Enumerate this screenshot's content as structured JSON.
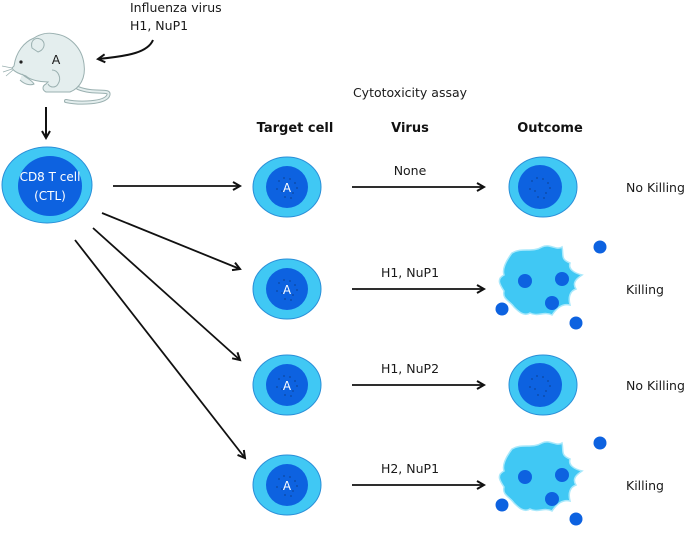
{
  "colors": {
    "cell_outer": "#40c8f4",
    "cell_outer_stroke": "#2a8fd8",
    "nucleus": "#0d62e0",
    "mouse_fill": "#e4eeee",
    "mouse_stroke": "#9ab0b0",
    "arrow": "#111111"
  },
  "mouse": {
    "label": "A",
    "infection_label_line1": "Influenza virus",
    "infection_label_line2": "H1, NuP1"
  },
  "ctl": {
    "line1": "CD8 T cell",
    "line2": "(CTL)"
  },
  "assay_title": "Cytotoxicity assay",
  "headers": {
    "target": "Target cell",
    "virus": "Virus",
    "outcome": "Outcome"
  },
  "rows": [
    {
      "target_label": "A",
      "virus": "None",
      "outcome_type": "intact",
      "result": "No Killing"
    },
    {
      "target_label": "A",
      "virus": "H1, NuP1",
      "outcome_type": "lysed",
      "result": "Killing"
    },
    {
      "target_label": "A",
      "virus": "H1, NuP2",
      "outcome_type": "intact",
      "result": "No Killing"
    },
    {
      "target_label": "A",
      "virus": "H2, NuP1",
      "outcome_type": "lysed",
      "result": "Killing"
    }
  ]
}
